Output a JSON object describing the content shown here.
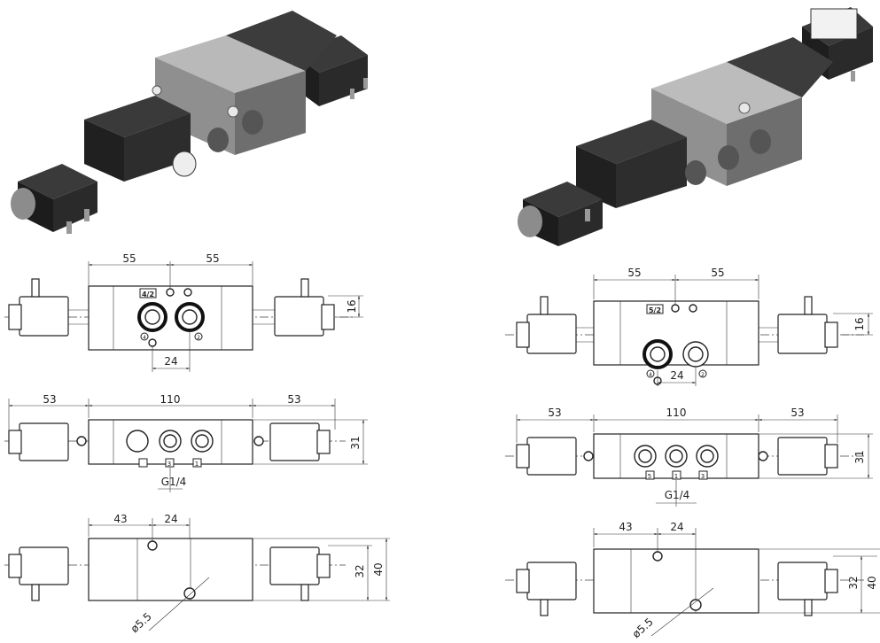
{
  "left": {
    "top_view": {
      "dim_left": "55",
      "dim_right": "55",
      "dim_height": "16",
      "dim_port_spacing": "24",
      "valve_label": "4/2",
      "port_a": "4",
      "port_b": "2"
    },
    "side_view": {
      "dim_left": "53",
      "dim_mid": "110",
      "dim_right": "53",
      "dim_height": "31",
      "thread": "G1/4",
      "port_a": "3",
      "port_b": "1"
    },
    "front_view": {
      "dim_a": "43",
      "dim_b": "24",
      "dim_h1": "32",
      "dim_h2": "40",
      "hole": "ø5.5"
    }
  },
  "right": {
    "top_view": {
      "dim_left": "55",
      "dim_right": "55",
      "dim_height": "16",
      "dim_port_spacing": "24",
      "valve_label": "5/2",
      "port_a": "4",
      "port_b": "2"
    },
    "side_view": {
      "dim_left": "53",
      "dim_mid": "110",
      "dim_right": "53",
      "dim_height": "31",
      "thread": "G1/4",
      "port_a": "5",
      "port_b": "1",
      "port_c": "3"
    },
    "front_view": {
      "dim_a": "43",
      "dim_b": "24",
      "dim_h1": "32",
      "dim_h2": "40",
      "hole": "ø5.5"
    }
  },
  "colors": {
    "housing_dark": "#2b2b2b",
    "housing_grey": "#8a8a8a",
    "line": "#222222"
  }
}
